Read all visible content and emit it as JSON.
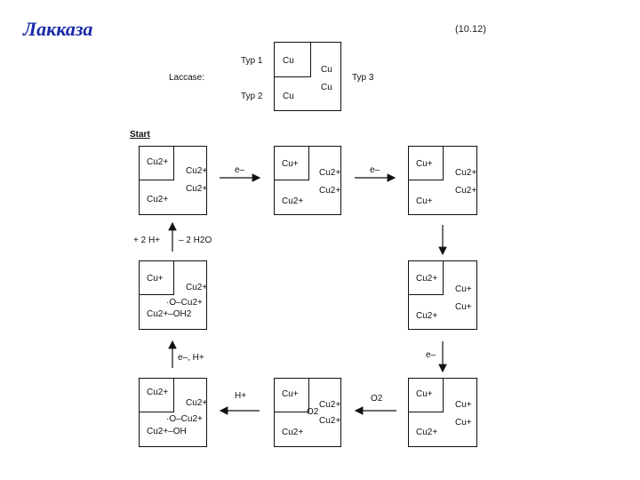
{
  "slide_title": "Лакказа",
  "equation_number": "(10.12)",
  "legend": {
    "laccase_label": "Laccase:",
    "typ1": "Typ 1",
    "typ2": "Typ 2",
    "typ3": "Typ 3",
    "cu": "Cu"
  },
  "start_label": "Start",
  "states": {
    "s1": {
      "tl": "Cu2+",
      "r1": "Cu2+",
      "r2": "Cu2+",
      "bl": "Cu2+"
    },
    "s2": {
      "tl": "Cu+",
      "r1": "Cu2+",
      "r2": "Cu2+",
      "bl": "Cu2+"
    },
    "s3": {
      "tl": "Cu+",
      "r1": "Cu2+",
      "r2": "Cu2+",
      "bl": "Cu+"
    },
    "s4": {
      "tl": "Cu2+",
      "r1": "Cu+",
      "r2": "Cu+",
      "bl": "Cu2+"
    },
    "s5": {
      "tl": "Cu+",
      "r1": "Cu+",
      "r2": "Cu+",
      "bl": "Cu2+"
    },
    "s6": {
      "tl": "Cu+",
      "r1": "Cu2+",
      "mid": "O2",
      "r2": "Cu2+",
      "bl": "Cu2+"
    },
    "s7": {
      "tl": "Cu2+",
      "r1": "Cu2+",
      "r2": "·O–Cu2+",
      "bl": "Cu2+–OH"
    },
    "s8": {
      "tl": "Cu+",
      "r1": "Cu2+",
      "r2": "·O–Cu2+",
      "bl": "Cu2+–OH2"
    }
  },
  "transitions": {
    "t12": "e–",
    "t23": "e–",
    "t45": "e–",
    "t56": "O2",
    "t67": "H+",
    "t78": "e–, H+",
    "t81_left": "+ 2 H+",
    "t81_right": "– 2 H2O"
  }
}
